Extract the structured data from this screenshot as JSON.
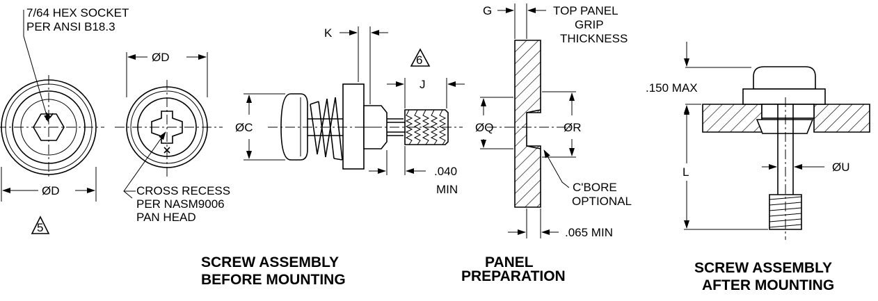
{
  "callouts": {
    "hex_socket_line1": "7/64 HEX SOCKET",
    "hex_socket_line2": "PER ANSI B18.3",
    "dia_d_top": "ØD",
    "dia_d_bottom": "ØD",
    "note5": "5",
    "cross_recess_line1": "CROSS RECESS",
    "cross_recess_line2": "PER NASM9006",
    "cross_recess_line3": "PAN HEAD",
    "k": "K",
    "note6": "6",
    "j": "J",
    "dia_c": "ØC",
    "min040_line1": ".040",
    "min040_line2": "MIN",
    "g": "G",
    "top_panel_line1": "TOP PANEL",
    "top_panel_line2": "GRIP",
    "top_panel_line3": "THICKNESS",
    "dia_q": "ØQ",
    "dia_r": "ØR",
    "cbore_line1": "C'BORE",
    "cbore_line2": "OPTIONAL",
    "min065": ".065 MIN",
    "max150": ".150 MAX",
    "l": "L",
    "dia_u": "ØU"
  },
  "titles": {
    "before_line1": "SCREW  ASSEMBLY",
    "before_line2": "BEFORE MOUNTING",
    "panel_line1": "PANEL",
    "panel_line2": "PREPARATION",
    "after_line1": "SCREW  ASSEMBLY",
    "after_line2": "AFTER MOUNTING"
  }
}
